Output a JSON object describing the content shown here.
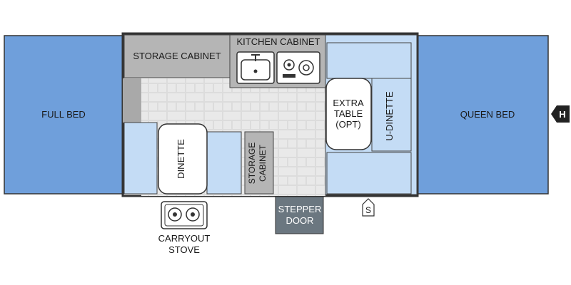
{
  "floorplan": {
    "full_bed": "FULL BED",
    "queen_bed": "QUEEN BED",
    "storage_cabinet_top": "STORAGE CABINET",
    "kitchen_cabinet": "KITCHEN CABINET",
    "extra_table": [
      "EXTRA",
      "TABLE",
      "(OPT)"
    ],
    "u_dinette": "U-DINETTE",
    "dinette": "DINETTE",
    "storage_cabinet_side": [
      "STORAGE",
      "CABINET"
    ],
    "stepper_door": [
      "STEPPER",
      "DOOR"
    ],
    "carryout_stove": [
      "CARRYOUT",
      "STOVE"
    ],
    "hitch_marker": "H",
    "s_marker": "S"
  },
  "colors": {
    "bed_blue": "#6f9fdb",
    "light_blue": "#c4dcf5",
    "gray_cabinet": "#b5b5b5",
    "dark_gray": "#6b7780",
    "floor_tile": "#e3e3e3",
    "outline": "#333333"
  }
}
